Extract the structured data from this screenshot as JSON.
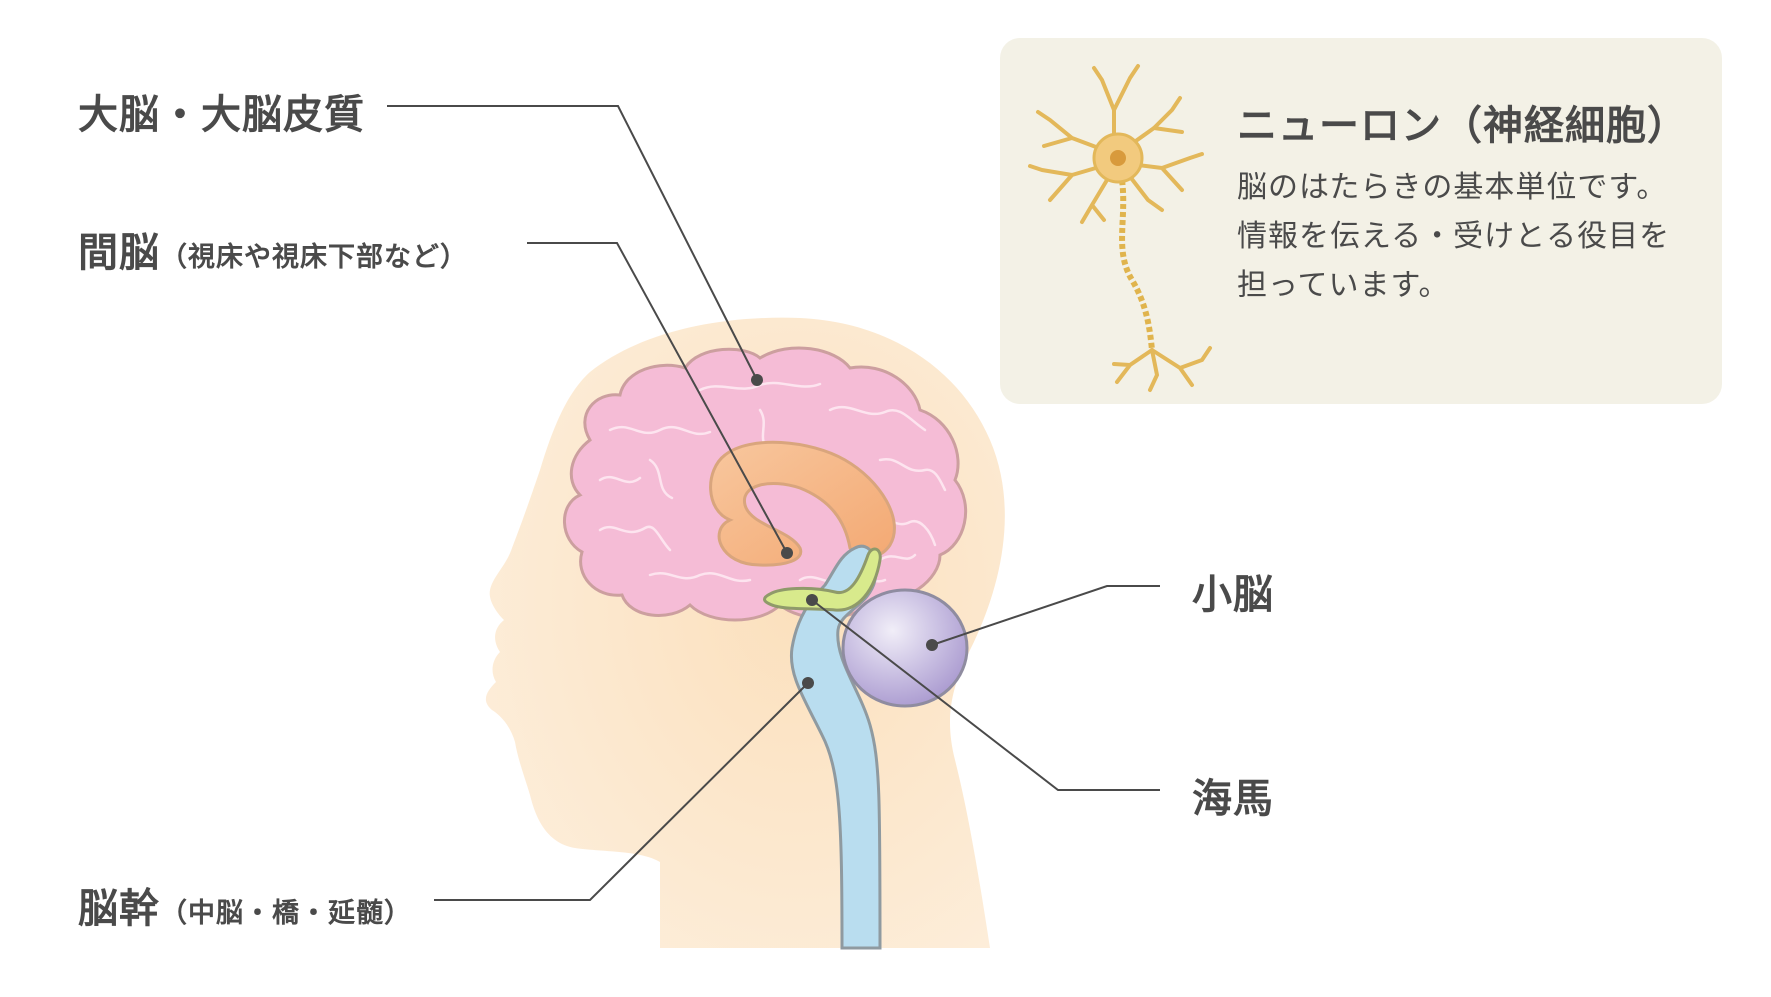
{
  "labels": {
    "cerebrum": "大脳・大脳皮質",
    "diencephalon": "間脳",
    "diencephalon_note": "（視床や視床下部など）",
    "brainstem": "脳幹",
    "brainstem_note": "（中脳・橋・延髄）",
    "cerebellum": "小脳",
    "hippocampus": "海馬"
  },
  "neuron_box": {
    "title": "ニューロン（神経細胞）",
    "lines": [
      "脳のはたらきの基本単位です。",
      "情報を伝える・受けとる役目を",
      "担っています。"
    ]
  },
  "colors": {
    "head": "#fbe3c2",
    "cerebrum": "#f5bcd6",
    "diencephalon": "#f6b98a",
    "brainstem": "#b9ddef",
    "cerebellum": "#c7bce0",
    "hippocampus": "#d8ea8c",
    "leader": "#4a4a4a",
    "panel": "#f3f1e6",
    "neuron": "#e9c46a"
  }
}
